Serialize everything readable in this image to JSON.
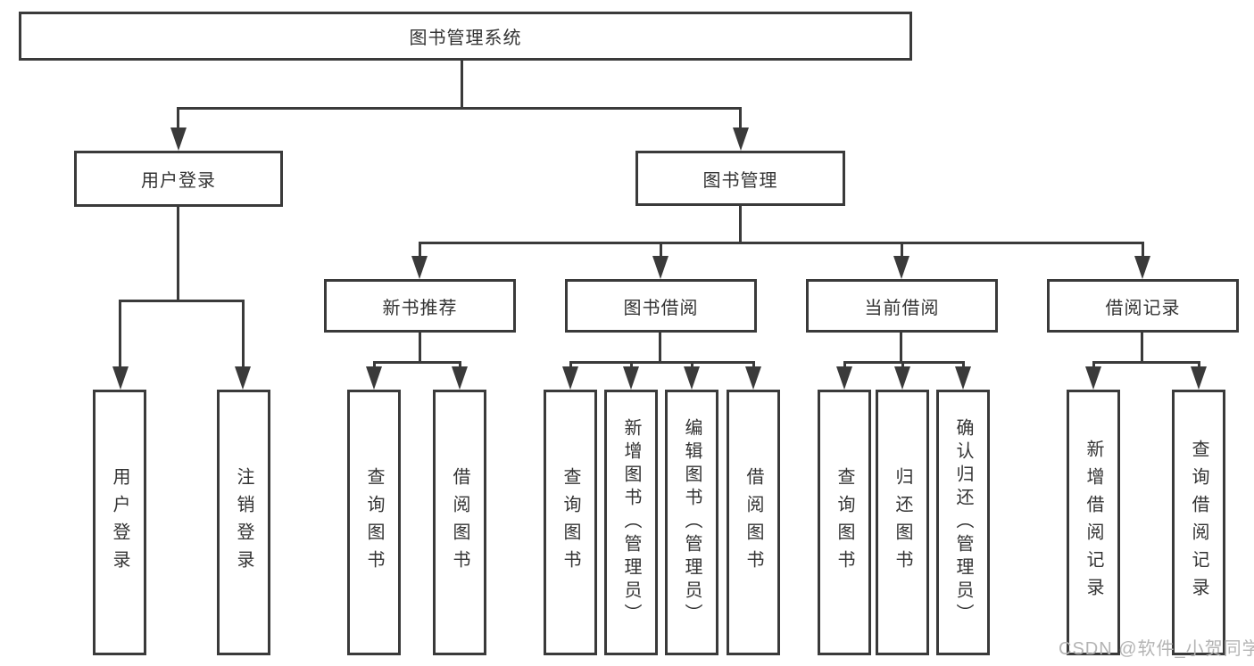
{
  "tree": {
    "label": "图书管理系统",
    "children": [
      {
        "label": "用户登录",
        "children": [
          {
            "label": "用户登录"
          },
          {
            "label": "注销登录"
          }
        ]
      },
      {
        "label": "图书管理",
        "children": [
          {
            "label": "新书推荐",
            "children": [
              {
                "label": "查询图书"
              },
              {
                "label": "借阅图书"
              }
            ]
          },
          {
            "label": "图书借阅",
            "children": [
              {
                "label": "查询图书"
              },
              {
                "label": "新增图书（管理员）"
              },
              {
                "label": "编辑图书（管理员）"
              },
              {
                "label": "借阅图书"
              }
            ]
          },
          {
            "label": "当前借阅",
            "children": [
              {
                "label": "查询图书"
              },
              {
                "label": "归还图书"
              },
              {
                "label": "确认归还（管理员）"
              }
            ]
          },
          {
            "label": "借阅记录",
            "children": [
              {
                "label": "新增借阅记录"
              },
              {
                "label": "查询借阅记录"
              }
            ]
          }
        ]
      }
    ]
  },
  "watermark": {
    "text": "CSDN @软件_小贺同学"
  },
  "colors": {
    "line": "#3a3a3a",
    "border": "#3a3a3a",
    "text": "#333333",
    "watermark": "#b4b4b4",
    "background": "#ffffff"
  }
}
